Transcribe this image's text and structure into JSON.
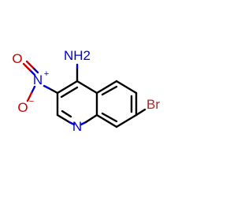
{
  "molecule": {
    "atoms": {
      "amine": "NH2",
      "ring_nitrogen": "N",
      "nitro_nitrogen": "N",
      "nitro_oxygen_double": "O",
      "nitro_oxygen_single": "O",
      "bromine": "Br"
    },
    "charges": {
      "nitro_nitrogen": "+",
      "nitro_oxygen_single": "−"
    }
  },
  "colors": {
    "bond": "#000000",
    "nitrogen": "#0000cc",
    "oxygen": "#cc0000",
    "bromine": "#a52a2a"
  }
}
